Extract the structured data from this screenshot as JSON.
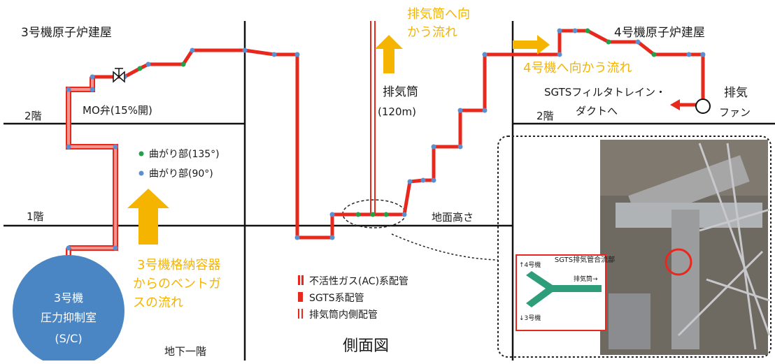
{
  "labels": {
    "unit3_building": "3号機原子炉建屋",
    "unit4_building": "4号機原子炉建屋",
    "floor2_left": "2階",
    "floor2_right": "2階",
    "floor1": "1階",
    "basement": "地下一階",
    "ground_level": "地面高さ",
    "mo_valve": "MO弁(15%開)",
    "stack_name": "排気筒",
    "stack_height": "(120m)",
    "side_view": "側面図",
    "sgts_filter_line1": "SGTSフィルタトレイン・",
    "sgts_filter_line2": "ダクトへ",
    "exhaust_fan_line1": "排気",
    "exhaust_fan_line2": "ファン"
  },
  "flow_labels": {
    "to_stack_line1": "排気筒へ向",
    "to_stack_line2": "かう流れ",
    "to_unit4": "4号機へ向かう流れ",
    "vent_gas_line1": "3号機格納容器",
    "vent_gas_line2": "からのベントガ",
    "vent_gas_line3": "スの流れ"
  },
  "bend_legend": {
    "bend_135": "曲がり部(135°)",
    "bend_90": "曲がり部(90°)"
  },
  "pipe_legend": {
    "ac_piping": "不活性ガス(AC)系配管",
    "sgts_piping": "SGTS系配管",
    "stack_inner": "排気筒内側配管"
  },
  "suppression_chamber": {
    "line1": "3号機",
    "line2": "圧力抑制室",
    "line3": "(S/C)"
  },
  "photo_inset": {
    "caption": "SGTS排気管合流部",
    "from_unit4": "↑4号機",
    "from_unit3": "↓3号機",
    "to_stack": "排気筒→"
  },
  "colors": {
    "pipe_red": "#e8281c",
    "flow_orange": "#f5b400",
    "bend_135_green": "#22a04a",
    "bend_90_blue": "#5a8fd0",
    "sc_blue": "#4a86c4",
    "inset_green": "#2e9e7a"
  }
}
